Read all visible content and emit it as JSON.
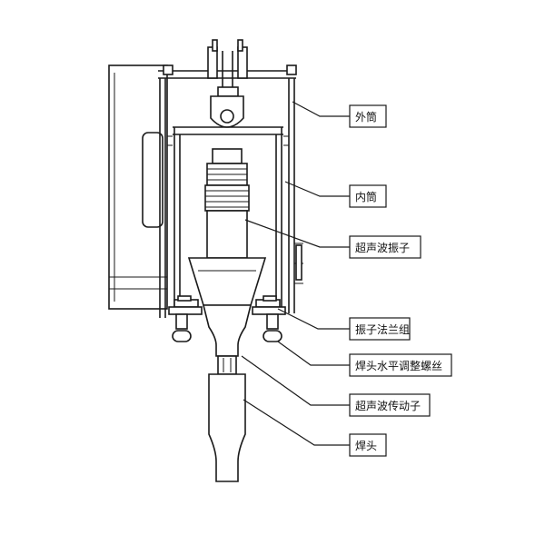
{
  "labels": {
    "outer_cylinder": "外筒",
    "inner_cylinder": "内筒",
    "transducer": "超声波振子",
    "flange_group": "振子法兰组",
    "leveling_screw": "焊头水平调整螺丝",
    "booster": "超声波传动子",
    "horn": "焊头"
  }
}
